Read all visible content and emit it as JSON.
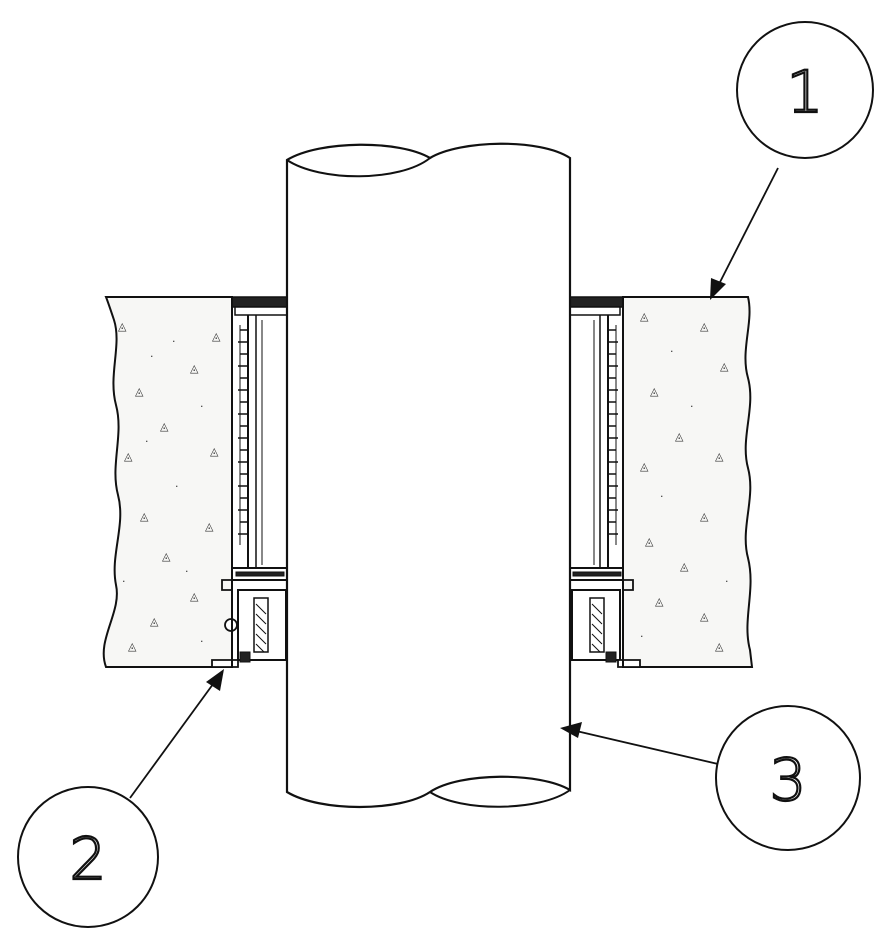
{
  "callouts": [
    {
      "id": "1",
      "label": "1"
    },
    {
      "id": "2",
      "label": "2"
    },
    {
      "id": "3",
      "label": "3"
    }
  ],
  "colors": {
    "line": "#111111",
    "concrete": "#f7f7f5",
    "background": "#ffffff"
  }
}
